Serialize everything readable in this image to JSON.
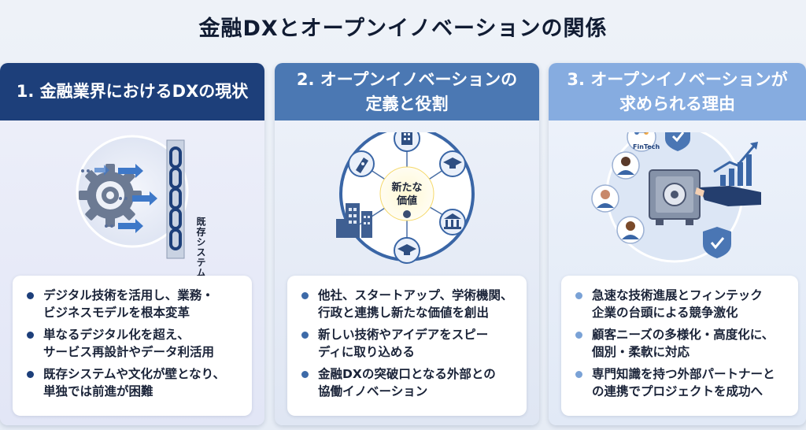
{
  "title": "金融DXとオープンイノベーションの関係",
  "panels": [
    {
      "heading": "1. 金融業界におけるDXの現状",
      "illustration_label": "既存システム・文化",
      "bullets": [
        "デジタル技術を活用し、業務・\nビジネスモデルを根本変革",
        "単なるデジタル化を超え、\nサービス再設計やデータ利活用",
        "既存システムや文化が壁となり、\n単独では前進が困難"
      ]
    },
    {
      "heading": "2. オープンイノベーションの\n定義と役割",
      "illustration_label": "新たな\n価値",
      "bullets": [
        "他社、スタートアップ、学術機関、\n行政と連携し新たな価値を創出",
        "新しい技術やアイデアをスピー\nディに取り込める",
        "金融DXの突破口となる外部との\n協働イノベーション"
      ]
    },
    {
      "heading": "3. オープンイノベーションが\n求められる理由",
      "illustration_label": "FinTech",
      "bullets": [
        "急速な技術進展とフィンテック\n企業の台頭による競争激化",
        "顧客ニーズの多様化・高度化に、\n個別・柔軟に対応",
        "専門知識を持つ外部パートナーと\nの連携でプロジェクトを成功へ"
      ]
    }
  ],
  "colors": {
    "navy": "#1d3f7a",
    "mid_blue": "#4b78b3",
    "light_blue": "#86ace0"
  }
}
